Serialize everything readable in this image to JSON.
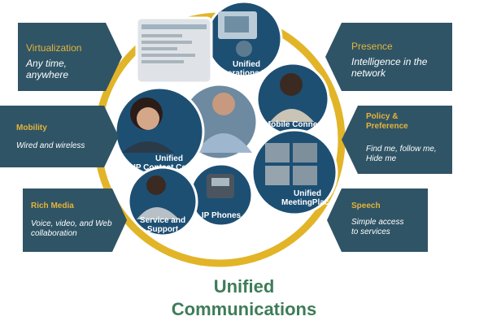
{
  "left_panels": [
    {
      "id": "virtualization",
      "title": "Virtualization",
      "desc": [
        "Any time,",
        "anywhere"
      ]
    },
    {
      "id": "mobility",
      "title": "Mobility",
      "desc": [
        "Wired and wireless"
      ]
    },
    {
      "id": "rich-media",
      "title": "Rich Media",
      "desc": [
        "Voice, video, and Web",
        "collaboration"
      ]
    }
  ],
  "right_panels": [
    {
      "id": "presence",
      "title": "Presence",
      "desc": [
        "Intelligence in the",
        "network"
      ]
    },
    {
      "id": "policy-preference",
      "title": "Policy &\nPreference",
      "title_lines": [
        "Policy &",
        "Preference"
      ],
      "desc": [
        "Find me, follow me,",
        "Hide me"
      ]
    },
    {
      "id": "speech",
      "title": "Speech",
      "desc": [
        "Simple access",
        "to services"
      ]
    }
  ],
  "bubbles": [
    {
      "id": "unified-operations-mgr",
      "lines": [
        "Unified",
        "Operations Mgr"
      ]
    },
    {
      "id": "mobile-connect",
      "lines": [
        "Mobile Connect"
      ]
    },
    {
      "id": "unified-ip-contact-center",
      "lines": [
        "Unified",
        "IP Contact Center"
      ]
    },
    {
      "id": "unified-meetingplace",
      "lines": [
        "Unified",
        "MeetingPlace"
      ]
    },
    {
      "id": "ip-phones",
      "lines": [
        "IP Phones"
      ]
    },
    {
      "id": "service-and-support",
      "lines": [
        "Service and",
        "Support"
      ]
    }
  ],
  "main_title": [
    "Unified",
    "Communications"
  ],
  "colors": {
    "ring": "#e2b428",
    "panel": "#2f5466",
    "panel_title": "#e5b43a",
    "main_title": "#3e7c58",
    "bubble": "#1d4f73"
  }
}
